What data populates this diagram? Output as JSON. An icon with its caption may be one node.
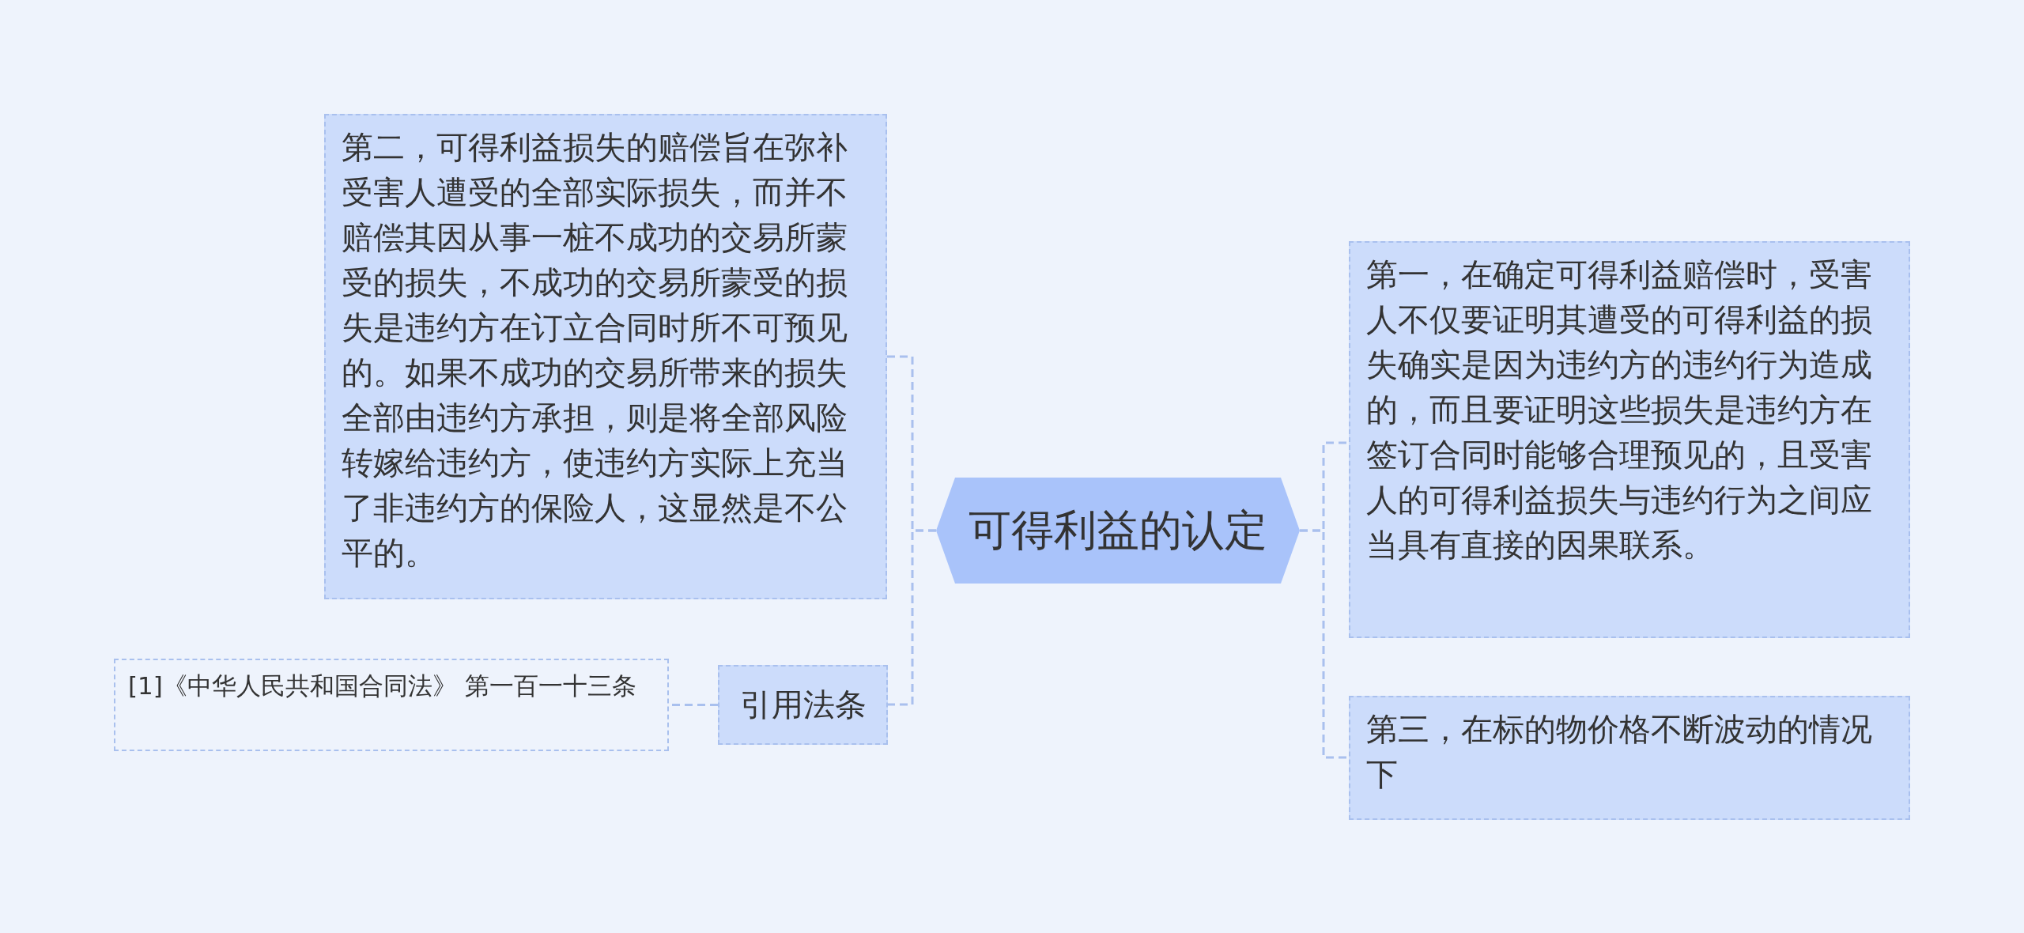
{
  "diagram": {
    "nodes": [
      {
        "text": [
          "可得利益的认定"
        ]
      },
      {
        "text": [
          "第二，可得利益损失的赔偿旨在弥补受害人遭受的全部实际损失，而并不赔偿其因从事一桩不成功的交易所蒙受的损失，不成功的交易所蒙受的损失是违约方在订立合同时所不可预见的。如果不成功的交易所带来的损失全部由违约方承担，则是将全部风险转嫁给违约方，使违约方实际上充当了非违约方的保险人，这显然是不公平的。"
        ]
      },
      {
        "text": [
          "引用法条"
        ]
      },
      {
        "text": [
          "[1]《中华人民共和国合同法》 第一百一十三条"
        ]
      },
      {
        "text": [
          "第一，在确定可得利益赔偿时，受害人不仅要证明其遭受的可得利益的损失确实是因为违约方的违约行为造成的，而且要证明这些损失是违约方在签订合同时能够合理预见的，且受害人的可得利益损失与违约行为之间应当具有直接的因果联系。"
        ]
      },
      {
        "text": [
          "第三，在标的物价格不断波动的情况下"
        ]
      }
    ],
    "edges": [
      {
        "from": 0,
        "to": 1,
        "arrow": "none",
        "style": "dashed"
      },
      {
        "from": 0,
        "to": 2,
        "arrow": "none",
        "style": "dashed"
      },
      {
        "from": 2,
        "to": 3,
        "arrow": "none",
        "style": "dashed"
      },
      {
        "from": 0,
        "to": 4,
        "arrow": "none",
        "style": "dashed"
      },
      {
        "from": 0,
        "to": 5,
        "arrow": "none",
        "style": "dashed"
      }
    ]
  }
}
